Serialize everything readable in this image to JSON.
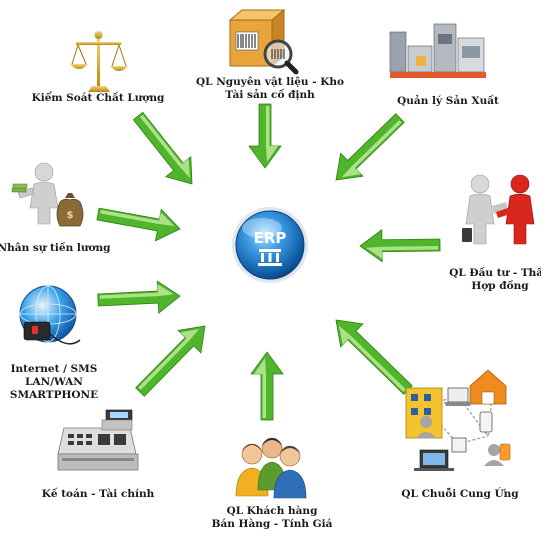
{
  "center": {
    "label": "ERP"
  },
  "nodes": [
    {
      "id": "quality",
      "lines": [
        "Kiểm Soát Chất Lượng"
      ],
      "icon": "scales-icon"
    },
    {
      "id": "materials",
      "lines": [
        "QL  Nguyên vật liệu - Kho",
        "Tài sản cố định"
      ],
      "icon": "box-barcode-icon"
    },
    {
      "id": "production",
      "lines": [
        "Quản lý Sản Xuất"
      ],
      "icon": "factory-icon"
    },
    {
      "id": "hr",
      "lines": [
        "Nhân sự tiền lương"
      ],
      "icon": "person-money-bag-icon"
    },
    {
      "id": "investment",
      "lines": [
        "QL Đầu tư - Thầu",
        "Hợp đồng"
      ],
      "icon": "handshake-icon"
    },
    {
      "id": "network",
      "lines": [
        "Internet / SMS",
        "LAN/WAN",
        "SMARTPHONE"
      ],
      "icon": "globe-network-icon"
    },
    {
      "id": "accounting",
      "lines": [
        "Kế toán - Tài chính"
      ],
      "icon": "cash-register-icon"
    },
    {
      "id": "customers",
      "lines": [
        "QL Khách hàng",
        "Bán Hàng - Tính Giá"
      ],
      "icon": "customers-group-icon"
    },
    {
      "id": "supply",
      "lines": [
        "QL Chuỗi Cung Ứng"
      ],
      "icon": "supply-chain-icon"
    }
  ],
  "colors": {
    "arrow": "#4fb52a",
    "arrow_light": "#c9f0a8",
    "hub": "#1679c7",
    "hub_light": "#7cc8f5",
    "text": "#1a1a1a"
  }
}
